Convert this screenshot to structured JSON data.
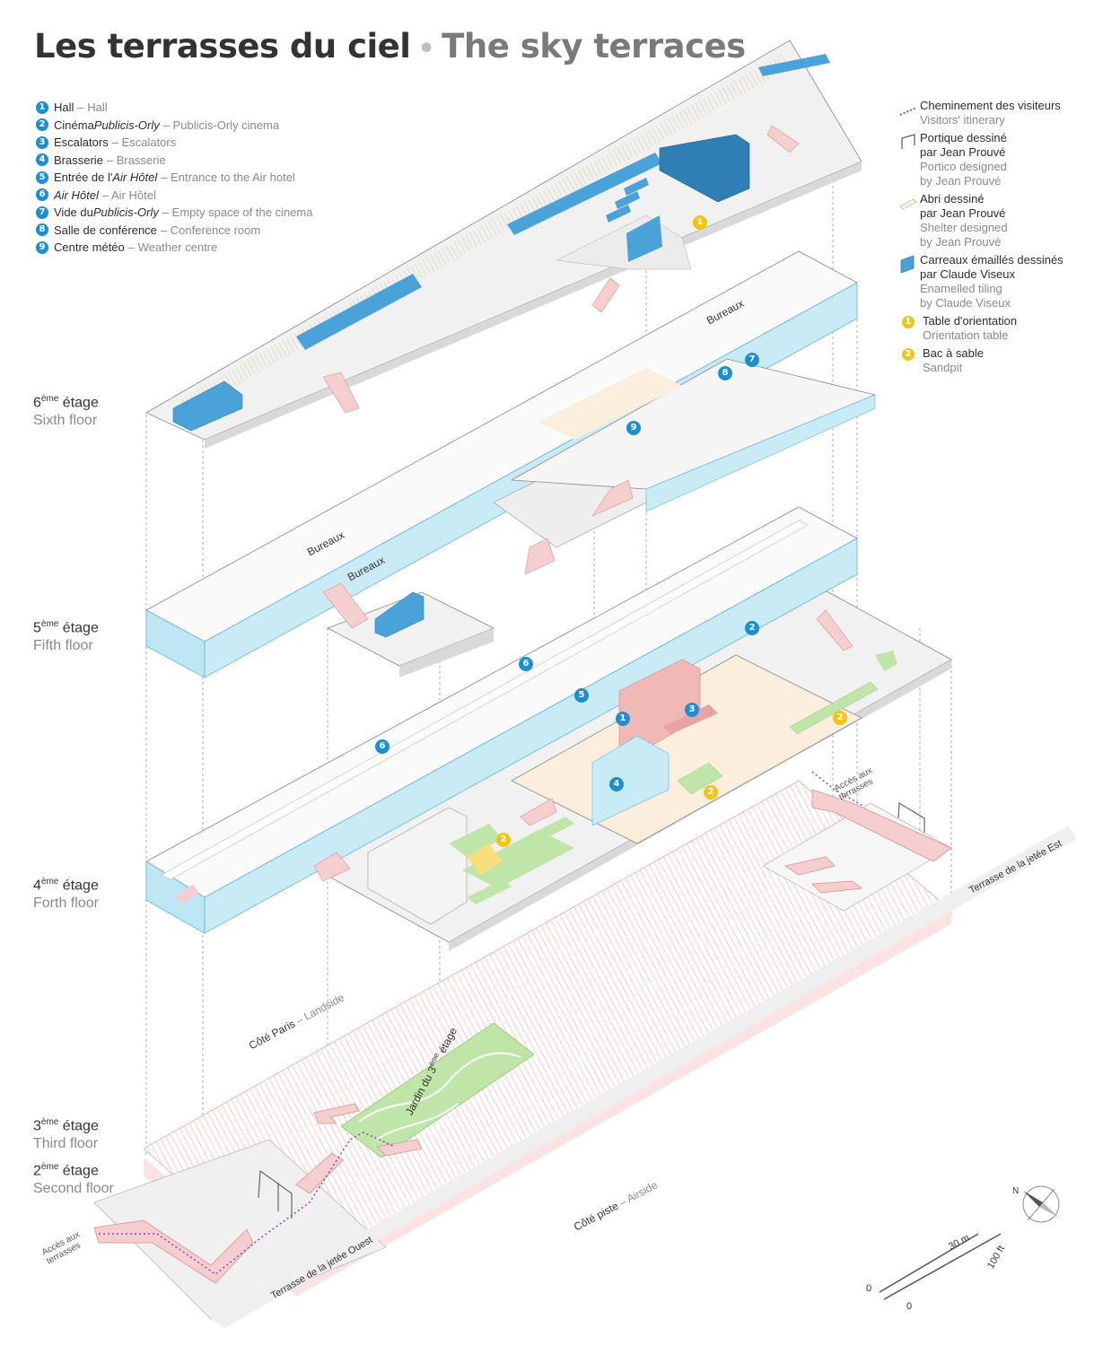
{
  "title": {
    "fr": "Les terrasses du ciel",
    "en": "The sky terraces",
    "separator": "•"
  },
  "legend": [
    {
      "num": "1",
      "fr": "Hall",
      "fr_italic": "",
      "fr_after": "",
      "en": "– Hall"
    },
    {
      "num": "2",
      "fr": "Cinéma ",
      "fr_italic": "Publicis-Orly",
      "fr_after": "",
      "en": "– Publicis-Orly cinema"
    },
    {
      "num": "3",
      "fr": "Escalators",
      "fr_italic": "",
      "fr_after": "",
      "en": "– Escalators"
    },
    {
      "num": "4",
      "fr": "Brasserie",
      "fr_italic": "",
      "fr_after": "",
      "en": "– Brasserie"
    },
    {
      "num": "5",
      "fr": "Entrée de l'",
      "fr_italic": "Air Hôtel",
      "fr_after": "",
      "en": "– Entrance to the Air hotel"
    },
    {
      "num": "6",
      "fr": "",
      "fr_italic": "Air Hôtel",
      "fr_after": "",
      "en": "– Air Hôtel"
    },
    {
      "num": "7",
      "fr": "Vide du ",
      "fr_italic": "Publicis-Orly",
      "fr_after": "",
      "en": "– Empty space of the cinema"
    },
    {
      "num": "8",
      "fr": "Salle de conférence",
      "fr_italic": "",
      "fr_after": "",
      "en": "– Conference room"
    },
    {
      "num": "9",
      "fr": "Centre météo",
      "fr_italic": "",
      "fr_after": "",
      "en": "– Weather centre"
    }
  ],
  "key": {
    "itinerary": {
      "fr": "Cheminement des visiteurs",
      "en": "Visitors' itinerary",
      "color": "#9b3fb5"
    },
    "portico": {
      "fr1": "Portique dessiné",
      "fr2": "par Jean Prouvé",
      "en1": "Portico designed",
      "en2": "by Jean Prouvé"
    },
    "shelter": {
      "fr1": "Abri dessiné",
      "fr2": "par Jean Prouvé",
      "en1": "Shelter designed",
      "en2": "by Jean Prouvé"
    },
    "tiling": {
      "fr1": "Carreaux émaillés dessinés",
      "fr2": "par Claude Viseux",
      "en1": "Enamelled tiling",
      "en2": "by Claude Viseux"
    },
    "orientation": {
      "num": "1",
      "fr": "Table d'orientation",
      "en": "Orientation table"
    },
    "sandpit": {
      "num": "2",
      "fr": "Bac à sable",
      "en": "Sandpit"
    }
  },
  "floors": [
    {
      "ord": "6",
      "sup": "ème",
      "word": " étage",
      "en": "Sixth floor"
    },
    {
      "ord": "5",
      "sup": "ème",
      "word": " étage",
      "en": "Fifth floor"
    },
    {
      "ord": "4",
      "sup": "ème",
      "word": " étage",
      "en": "Forth floor"
    },
    {
      "ord": "3",
      "sup": "ème",
      "word": " étage",
      "en": "Third floor"
    },
    {
      "ord": "2",
      "sup": "ème",
      "word": " étage",
      "en": "Second floor"
    }
  ],
  "labels": {
    "bureaux": "Bureaux",
    "landside_fr": "Côté Paris",
    "landside_en": "– Landside",
    "airside_fr": "Côté piste",
    "airside_en": "– Airside",
    "garden_fr": "Jardin du 3",
    "garden_sup": "ème",
    "garden_word": " étage",
    "east_terrace": "Terrasse de la jetée Est",
    "west_terrace": "Terrasse de la jetée Ouest",
    "access_1": "Accès aux",
    "access_2": "terrasses"
  },
  "scale": {
    "m_label": "30 m",
    "ft_label": "100 ft",
    "zero": "0",
    "north": "N"
  },
  "markers": {
    "m1": "1",
    "m2": "2",
    "m3": "3",
    "m4": "4",
    "m5": "5",
    "m6": "6",
    "m7": "7",
    "m8": "8",
    "m9": "9"
  },
  "colors": {
    "slab": "#f0f0f0",
    "slab_edge": "#8a8a8a",
    "glass": "#bfe6f3",
    "glass_dark": "#4aa3d8",
    "stair": "#e8a4a4",
    "stair_fill": "#f5cfcf",
    "garden": "#b7e3a0",
    "hatch": "#f3b3b3",
    "room": "#fbeedd",
    "accent": "#1a8fd3",
    "yellow": "#f2c515"
  }
}
